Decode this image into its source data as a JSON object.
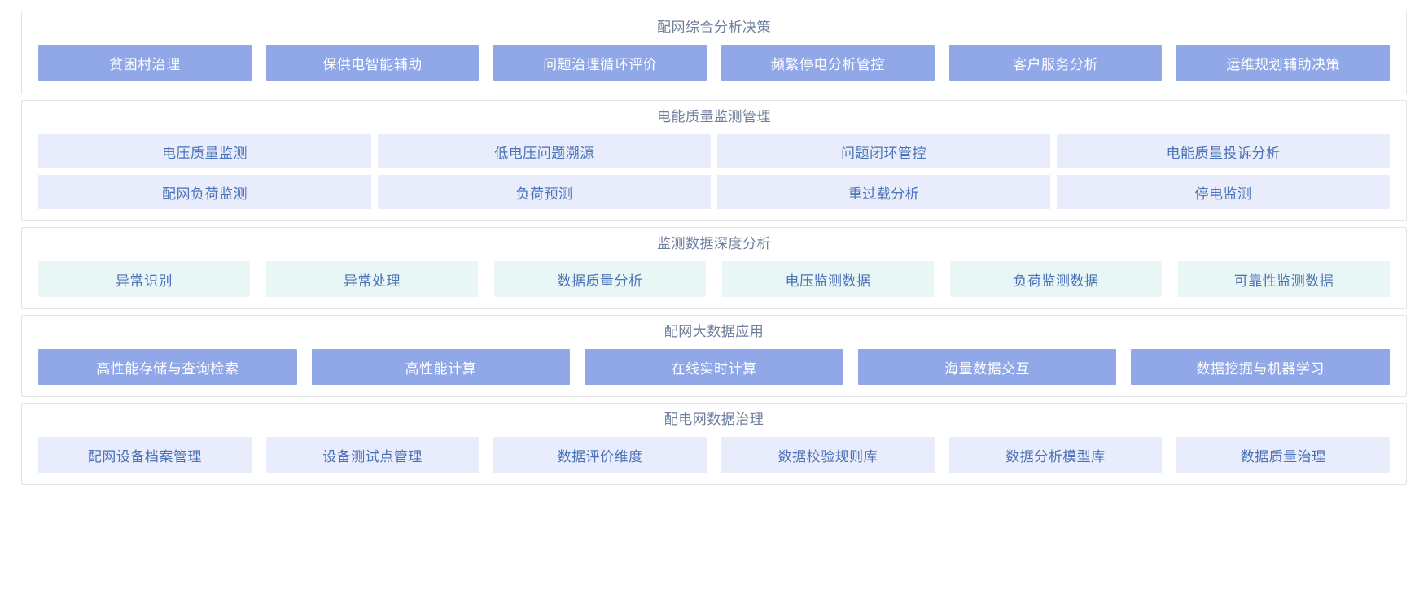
{
  "colors": {
    "solid_fill": "#90a8e8",
    "solid_text": "#ffffff",
    "lavender_fill": "#e8ecfb",
    "mint_fill": "#e8f7f6",
    "item_text": "#4a72b8",
    "title_text": "#6e7e9b",
    "card_border": "#e4e4e6",
    "page_bg": "#ffffff"
  },
  "sections": [
    {
      "title": "配网综合分析决策",
      "style": "solid",
      "rows": [
        [
          "贫困村治理",
          "保供电智能辅助",
          "问题治理循环评价",
          "频繁停电分析管控",
          "客户服务分析",
          "运维规划辅助决策"
        ]
      ]
    },
    {
      "title": "电能质量监测管理",
      "style": "lavender",
      "rows": [
        [
          "电压质量监测",
          "低电压问题溯源",
          "问题闭环管控",
          "电能质量投诉分析"
        ],
        [
          "配网负荷监测",
          "负荷预测",
          "重过载分析",
          "停电监测"
        ]
      ]
    },
    {
      "title": "监测数据深度分析",
      "style": "mint",
      "rows": [
        [
          "异常识别",
          "异常处理",
          "数据质量分析",
          "电压监测数据",
          "负荷监测数据",
          "可靠性监测数据"
        ]
      ]
    },
    {
      "title": "配网大数据应用",
      "style": "solid",
      "rows": [
        [
          "高性能存储与查询检索",
          "高性能计算",
          "在线实时计算",
          "海量数据交互",
          "数据挖掘与机器学习"
        ]
      ]
    },
    {
      "title": "配电网数据治理",
      "style": "lavender",
      "rows": [
        [
          "配网设备档案管理",
          "设备测试点管理",
          "数据评价维度",
          "数据校验规则库",
          "数据分析模型库",
          "数据质量治理"
        ]
      ]
    }
  ]
}
